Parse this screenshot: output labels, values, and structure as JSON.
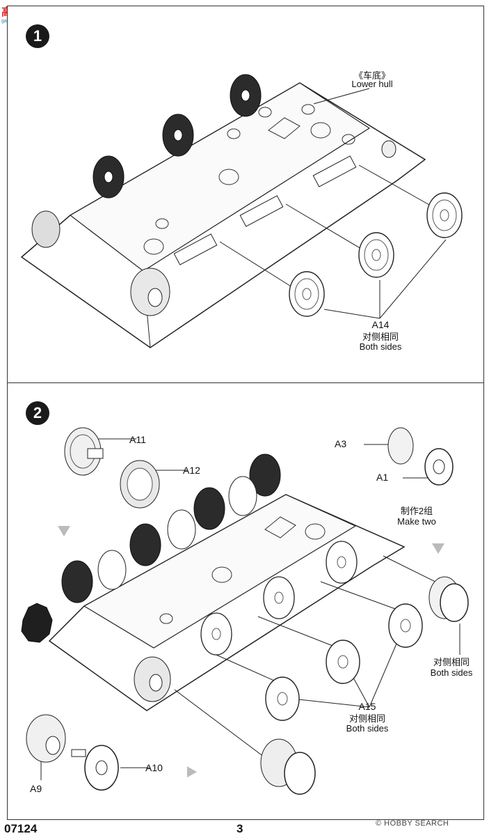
{
  "watermark": {
    "brand": "高手网",
    "url": "gao-shou.com"
  },
  "step1": {
    "number": "1",
    "hull_label_cn": "《车底》",
    "hull_label_en": "Lower hull",
    "part": "A14",
    "sides_cn": "对侧相同",
    "sides_en": "Both sides"
  },
  "step2": {
    "number": "2",
    "part_a11": "A11",
    "part_a12": "A12",
    "part_a3": "A3",
    "part_a1": "A1",
    "make_two_cn": "制作2组",
    "make_two_en": "Make two",
    "sides_right_cn": "对侧相同",
    "sides_right_en": "Both sides",
    "part_a15": "A15",
    "sides_a15_cn": "对侧相同",
    "sides_a15_en": "Both sides",
    "part_a9": "A9",
    "part_a10": "A10"
  },
  "footer": {
    "product_code": "07124",
    "page_number": "3",
    "brand": "© HOBBY SEARCH"
  },
  "colors": {
    "ink": "#111111",
    "dark_wheel": "#2b2b2b",
    "badge": "#1a1a1a"
  }
}
